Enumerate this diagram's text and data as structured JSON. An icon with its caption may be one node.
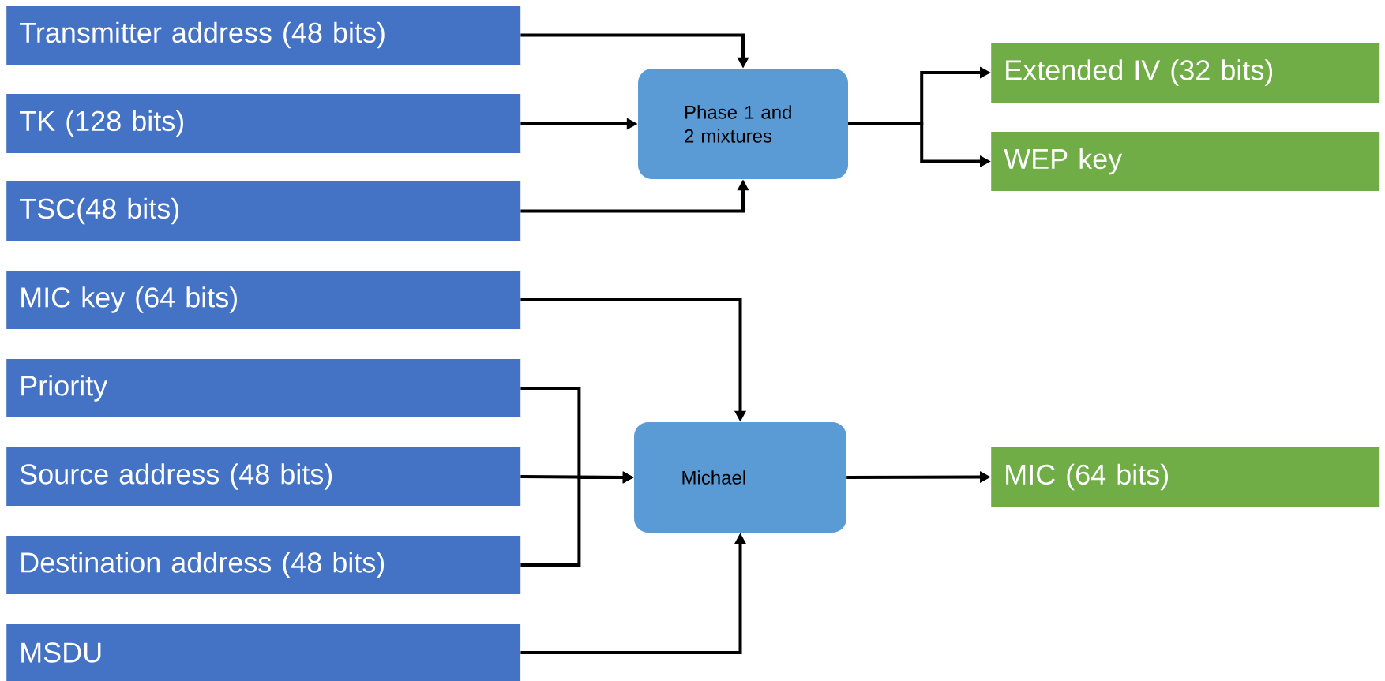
{
  "diagram": {
    "nodes": [
      {
        "text": [
          "Transmitter address (48 bits)"
        ]
      },
      {
        "text": [
          "TK (128 bits)"
        ]
      },
      {
        "text": [
          "TSC(48 bits)"
        ]
      },
      {
        "text": [
          "MIC key (64 bits)"
        ]
      },
      {
        "text": [
          "Priority"
        ]
      },
      {
        "text": [
          "Source address (48 bits)"
        ]
      },
      {
        "text": [
          "Destination address (48 bits)"
        ]
      },
      {
        "text": [
          "MSDU"
        ]
      },
      {
        "text": [
          "Phase 1 and 2 mixtures"
        ]
      },
      {
        "text": [
          "Extended IV (32 bits)"
        ]
      },
      {
        "text": [
          "WEP key"
        ]
      },
      {
        "text": [
          "Michael"
        ]
      },
      {
        "text": [
          "MIC (64 bits)"
        ]
      }
    ],
    "edges": [
      {
        "from": 0,
        "to": 8,
        "arrow": "to"
      },
      {
        "from": 1,
        "to": 8,
        "arrow": "to"
      },
      {
        "from": 2,
        "to": 8,
        "arrow": "to"
      },
      {
        "from": 8,
        "to": 9,
        "arrow": "to"
      },
      {
        "from": 8,
        "to": 10,
        "arrow": "to"
      },
      {
        "from": 3,
        "to": 11,
        "arrow": "to"
      },
      {
        "from": 4,
        "to": 11,
        "arrow": "to"
      },
      {
        "from": 5,
        "to": 11,
        "arrow": "to"
      },
      {
        "from": 6,
        "to": 11,
        "arrow": "to"
      },
      {
        "from": 7,
        "to": 11,
        "arrow": "to"
      },
      {
        "from": 11,
        "to": 12,
        "arrow": "to"
      }
    ]
  }
}
